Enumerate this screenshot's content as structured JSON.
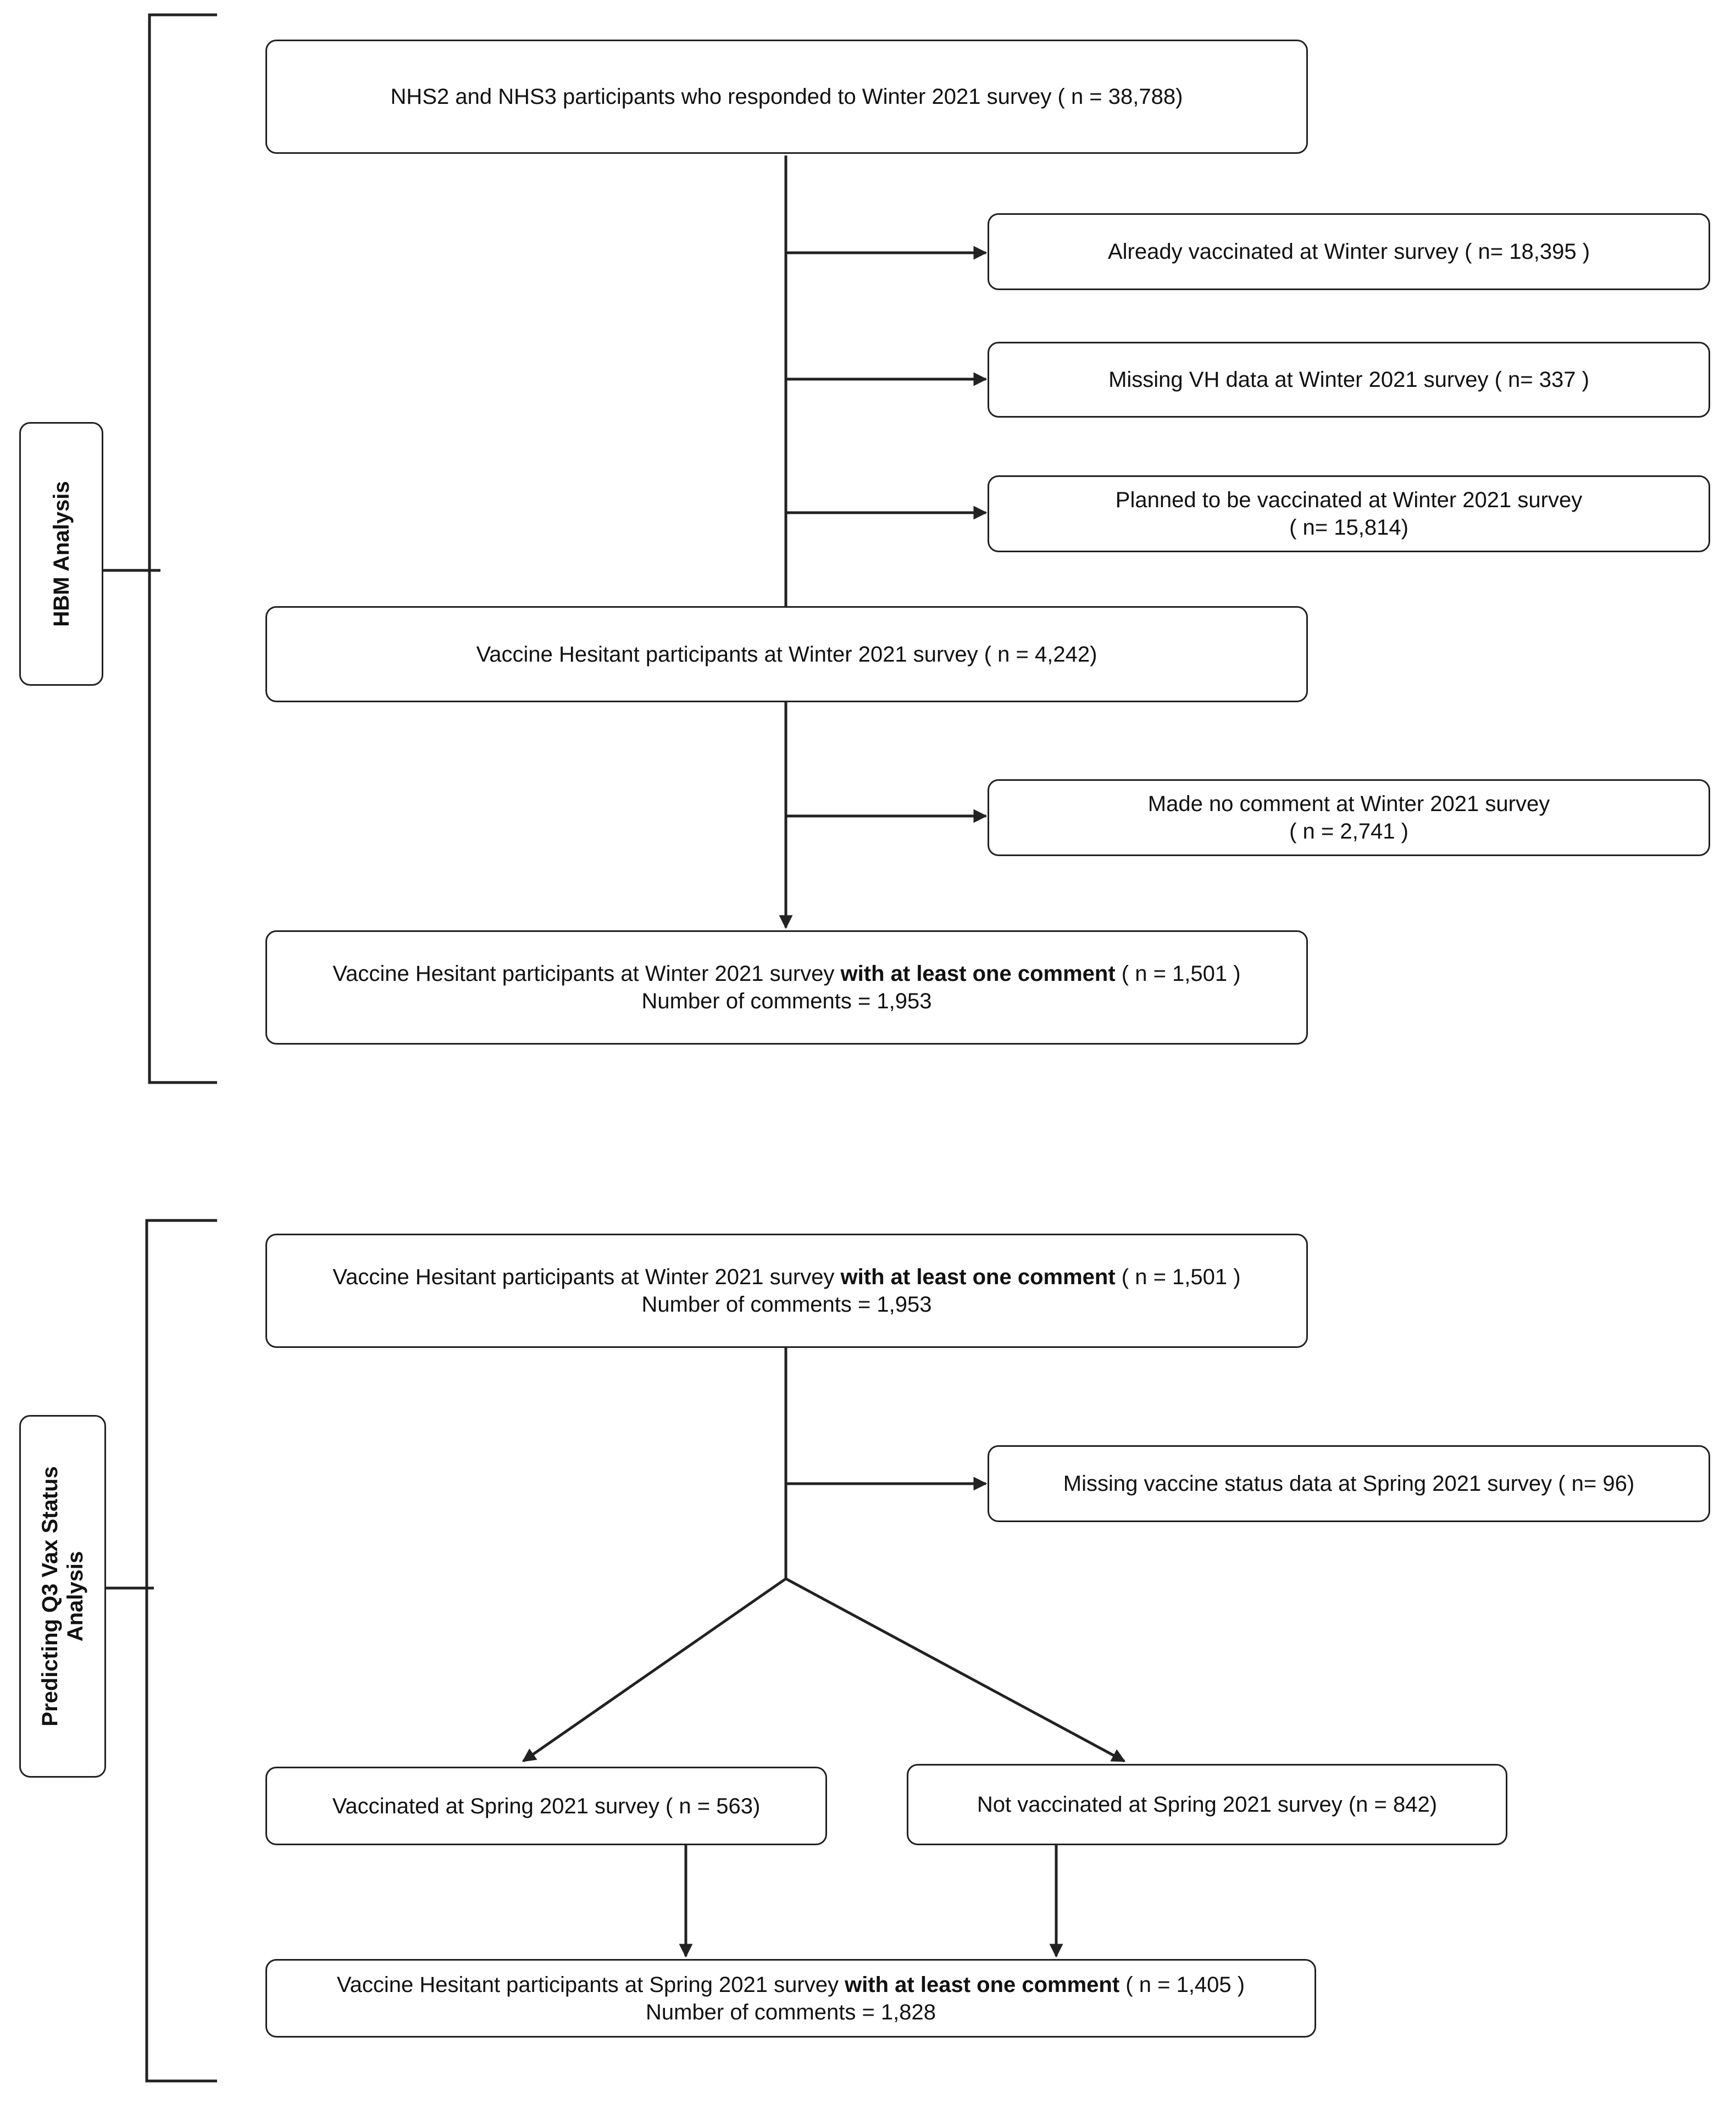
{
  "sections": {
    "hbm_label": "HBM Analysis",
    "q3_label_line1": "Predicting Q3 Vax Status",
    "q3_label_line2": "Analysis"
  },
  "hbm": {
    "start": "NHS2 and NHS3 participants who responded to Winter 2021 survey ( n =  38,788)",
    "excl_vaccinated": "Already vaccinated at Winter survey ( n= 18,395 )",
    "excl_missing_vh": "Missing VH data at Winter 2021 survey ( n= 337 )",
    "excl_planned_l1": "Planned to be vaccinated at Winter 2021 survey",
    "excl_planned_l2": "( n= 15,814)",
    "hesitant": "Vaccine Hesitant participants at Winter 2021 survey ( n =  4,242)",
    "excl_no_comment_l1": "Made no comment at Winter 2021 survey",
    "excl_no_comment_l2": "( n = 2,741 )",
    "final_l1_pre": "Vaccine Hesitant participants at Winter 2021 survey ",
    "final_l1_bold": "with at least one comment",
    "final_l1_post": " ( n = 1,501 )",
    "final_l2": "Number of comments = 1,953"
  },
  "q3": {
    "start_l1_pre": "Vaccine Hesitant participants at Winter 2021 survey ",
    "start_l1_bold": "with at least one comment",
    "start_l1_post": " ( n = 1,501 )",
    "start_l2": "Number of comments = 1,953",
    "excl_missing_status": "Missing vaccine status data at Spring 2021 survey ( n= 96)",
    "vaccinated": "Vaccinated at Spring 2021 survey ( n = 563)",
    "not_vaccinated": "Not vaccinated at Spring 2021 survey (n = 842)",
    "final_l1_pre": "Vaccine Hesitant participants at Spring 2021 survey ",
    "final_l1_bold": "with at least one comment",
    "final_l1_post": " ( n = 1,405 )",
    "final_l2": "Number of comments = 1,828"
  }
}
